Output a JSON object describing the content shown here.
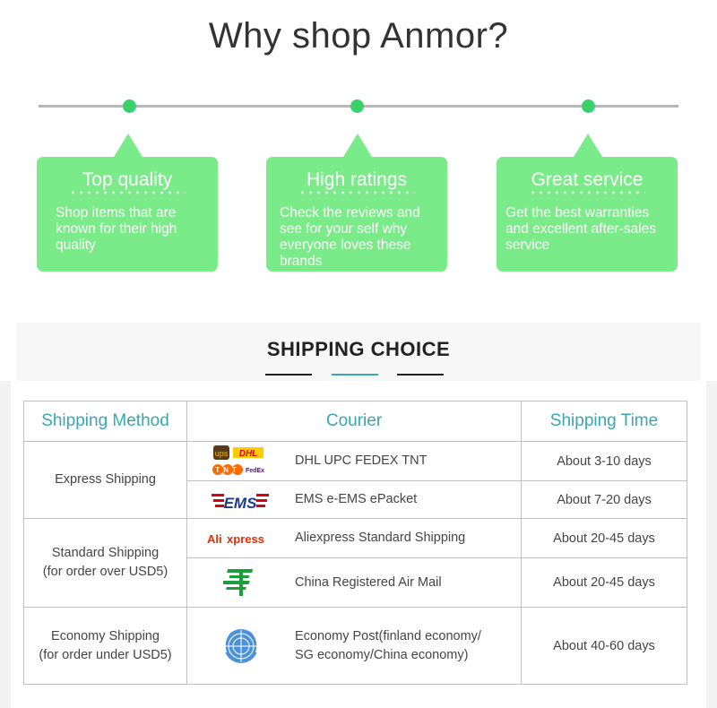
{
  "heading": "Why shop Anmor?",
  "colors": {
    "card_green": "#7bea88",
    "dot_green": "#3ad06a",
    "header_teal": "#3aa6b0",
    "underline_dark": "#222222",
    "underline_teal": "#3aa6b0"
  },
  "features": [
    {
      "title": "Top quality",
      "body": "Shop items that are known for their high quality"
    },
    {
      "title": "High ratings",
      "body": "Check the reviews and see for your self why everyone loves these brands"
    },
    {
      "title": "Great service",
      "body": "Get the best warranties and excellent after-sales service"
    }
  ],
  "shipping": {
    "title": "SHIPPING CHOICE",
    "headers": {
      "method": "Shipping Method",
      "courier": "Courier",
      "time": "Shipping Time"
    },
    "methods": {
      "express": "Express Shipping",
      "standard_line1": "Standard Shipping",
      "standard_line2": "(for order over USD5)",
      "economy_line1": "Economy Shipping",
      "economy_line2": "(for order under USD5)"
    },
    "rows": [
      {
        "logo": "ups-dhl-tnt-fedex-logos",
        "courier": "DHL  UPC  FEDEX  TNT",
        "time": "About 3-10 days"
      },
      {
        "logo": "ems-logo",
        "courier": "EMS   e-EMS   ePacket",
        "time": "About 7-20 days"
      },
      {
        "logo": "aliexpress-logo",
        "courier": "Aliexpress Standard Shipping",
        "time": "About 20-45 days"
      },
      {
        "logo": "china-post-logo",
        "courier": "China Registered Air Mail",
        "time": "About 20-45 days"
      },
      {
        "logo": "un-emblem-logo",
        "courier_line1": "Economy Post(finland economy/",
        "courier_line2": "SG economy/China economy)",
        "time": "About 40-60 days"
      }
    ],
    "logo_text": {
      "ups": "ups",
      "dhl": "DHL",
      "tnt": "TNT",
      "fedex": "FedEx",
      "ems": "EMS",
      "ali": "Ali",
      "xpress": "xpress"
    }
  }
}
